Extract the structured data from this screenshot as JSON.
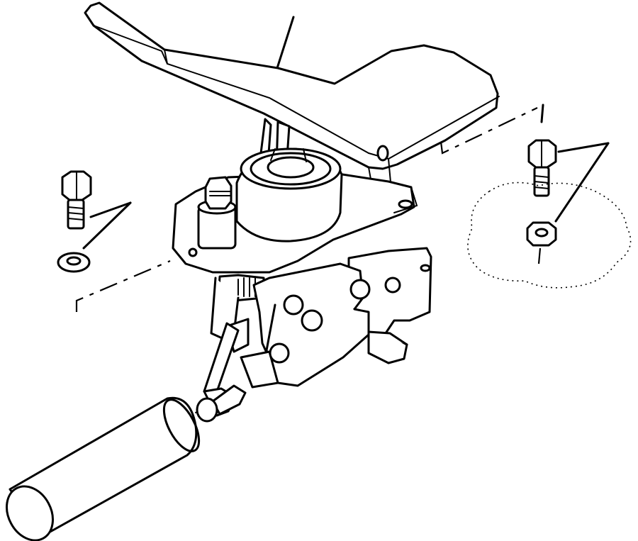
{
  "diagram": {
    "kind": "exploded parts illustration",
    "colors": {
      "ink": "#000000",
      "background": "#ffffff"
    },
    "parts": [
      "pedal",
      "pedal-shaft",
      "mounting-plate",
      "boot-collar",
      "adjust-nut",
      "spring-assembly",
      "linkage-bracket",
      "cable-rod",
      "cylinder",
      "mount-bolt",
      "washer",
      "nut"
    ]
  }
}
